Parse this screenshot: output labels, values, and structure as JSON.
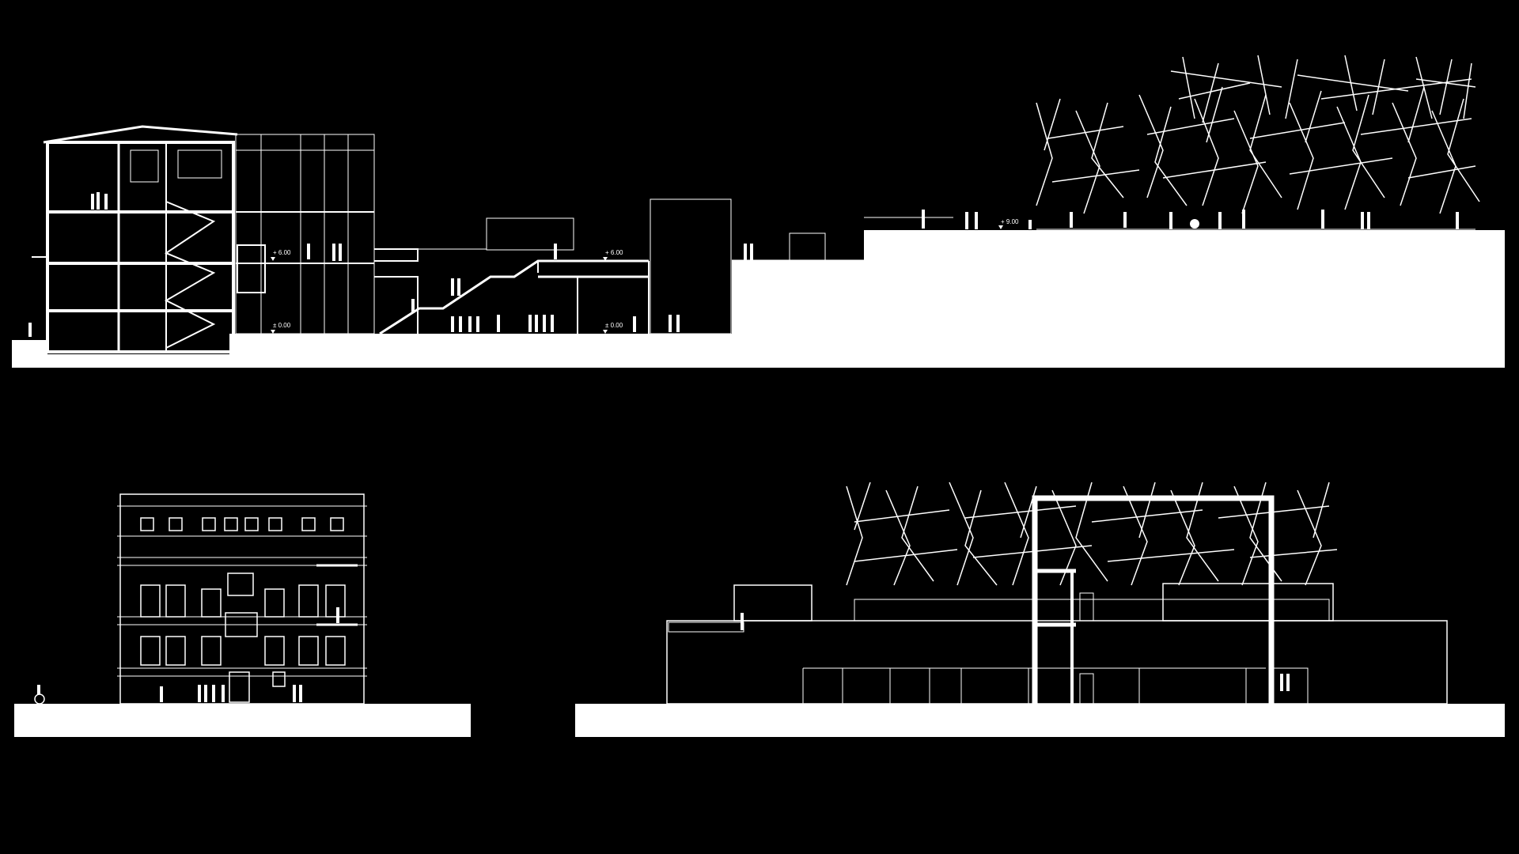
{
  "colors": {
    "background": "#000000",
    "ink": "#ffffff"
  },
  "levels": {
    "plus_6_left": "+ 6.00",
    "zero_left": "± 0.00",
    "plus_6_mid": "+ 6.00",
    "zero_mid": "± 0.00",
    "plus_9": "+ 9.00"
  },
  "drawings": [
    "section-drawing",
    "front-elevation-drawing",
    "side-elevation-drawing"
  ]
}
